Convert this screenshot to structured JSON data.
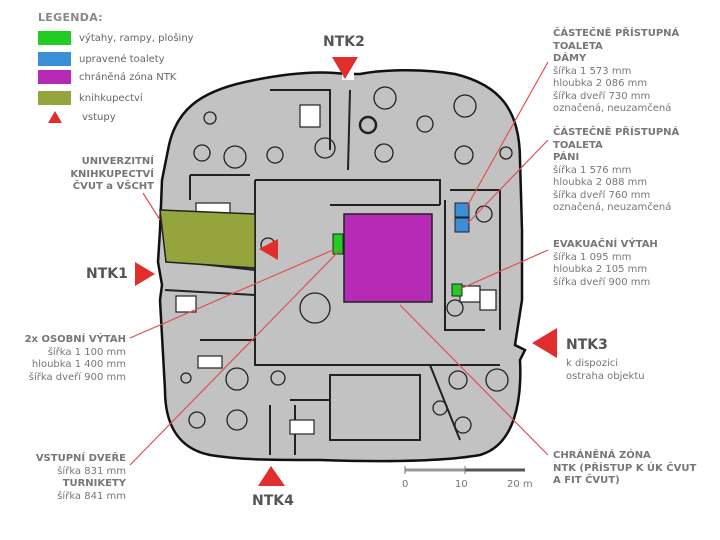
{
  "legend": {
    "title": "LEGENDA:",
    "items": [
      {
        "label": "výtahy, rampy, plošiny",
        "color": "#22cc22"
      },
      {
        "label": "upravené toalety",
        "color": "#3a8fd6"
      },
      {
        "label": "chráněná zóna NTK",
        "color": "#b52ab5"
      },
      {
        "label": "knihkupectví",
        "color": "#96a43e"
      },
      {
        "label": "vstupy",
        "color": "#e22d2d"
      }
    ]
  },
  "entrances": {
    "ntk1": "NTK1",
    "ntk2": "NTK2",
    "ntk3": "NTK3",
    "ntk4": "NTK4",
    "ntk3_note": [
      "k dispozici",
      "ostraha objektu"
    ]
  },
  "annotations": {
    "bookstore": [
      "UNIVERZITNÍ",
      "KNIHKUPECTVÍ",
      "ČVUT a VŠCHT"
    ],
    "elevators": {
      "title": "2x OSOBNÍ VÝTAH",
      "lines": [
        "šířka 1 100 mm",
        "hloubka 1 400 mm",
        "šířka dveří 900 mm"
      ]
    },
    "doors": {
      "title": "VSTUPNÍ DVEŘE",
      "line1": "šířka 831 mm",
      "title2": "TURNIKETY",
      "line2": "šířka 841 mm"
    },
    "toilet_women": {
      "title": [
        "ČÁSTEČNĚ PŘÍSTUPNÁ TOALETA",
        "DÁMY"
      ],
      "lines": [
        "šířka 1 573 mm",
        "hloubka 2 086 mm",
        "šířka dveří 730 mm",
        "označená, neuzamčená"
      ]
    },
    "toilet_men": {
      "title": [
        "ČÁSTEČNĚ PŘÍSTUPNÁ TOALETA",
        "PÁNI"
      ],
      "lines": [
        "šířka 1 576 mm",
        "hloubka 2 088 mm",
        "šířka dveří 760 mm",
        "označená, neuzamčená"
      ]
    },
    "evac": {
      "title": "EVAKUAČNÍ VÝTAH",
      "lines": [
        "šířka 1 095 mm",
        "hloubka 2 105 mm",
        "šířka dveří 900 mm"
      ]
    },
    "protected": {
      "lines": [
        "CHRÁNĚNÁ ZÓNA",
        "NTK (PŘÍSTUP K ÚK ČVUT",
        "A FIT ČVUT)"
      ]
    }
  },
  "scale": {
    "ticks": [
      "0",
      "10",
      "20 m"
    ]
  }
}
